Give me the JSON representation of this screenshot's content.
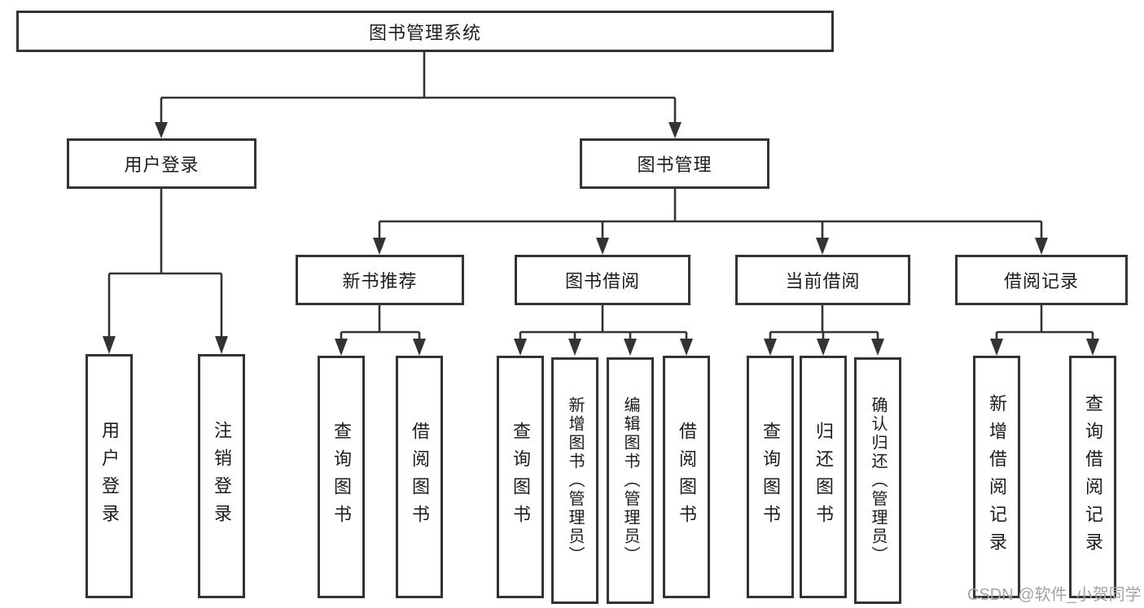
{
  "diagram": {
    "root": {
      "label": "图书管理系统"
    },
    "branches": [
      {
        "label": "用户登录",
        "children": [
          {
            "label": "用户登录"
          },
          {
            "label": "注销登录"
          }
        ]
      },
      {
        "label": "图书管理",
        "children": [
          {
            "label": "新书推荐",
            "children": [
              {
                "label": "查询图书"
              },
              {
                "label": "借阅图书"
              }
            ]
          },
          {
            "label": "图书借阅",
            "children": [
              {
                "label": "查询图书"
              },
              {
                "label": "新增图书（管理员）"
              },
              {
                "label": "编辑图书（管理员）"
              },
              {
                "label": "借阅图书"
              }
            ]
          },
          {
            "label": "当前借阅",
            "children": [
              {
                "label": "查询图书"
              },
              {
                "label": "归还图书"
              },
              {
                "label": "确认归还（管理员）"
              }
            ]
          },
          {
            "label": "借阅记录",
            "children": [
              {
                "label": "新增借阅记录"
              },
              {
                "label": "查询借阅记录"
              }
            ]
          }
        ]
      }
    ]
  },
  "watermark": {
    "text": "CSDN @软件_小贺同学"
  },
  "colors": {
    "line": "#333333",
    "box_border": "#333333",
    "text": "#1c1c1c",
    "watermark": "#a3a3a3",
    "background": "#ffffff"
  }
}
